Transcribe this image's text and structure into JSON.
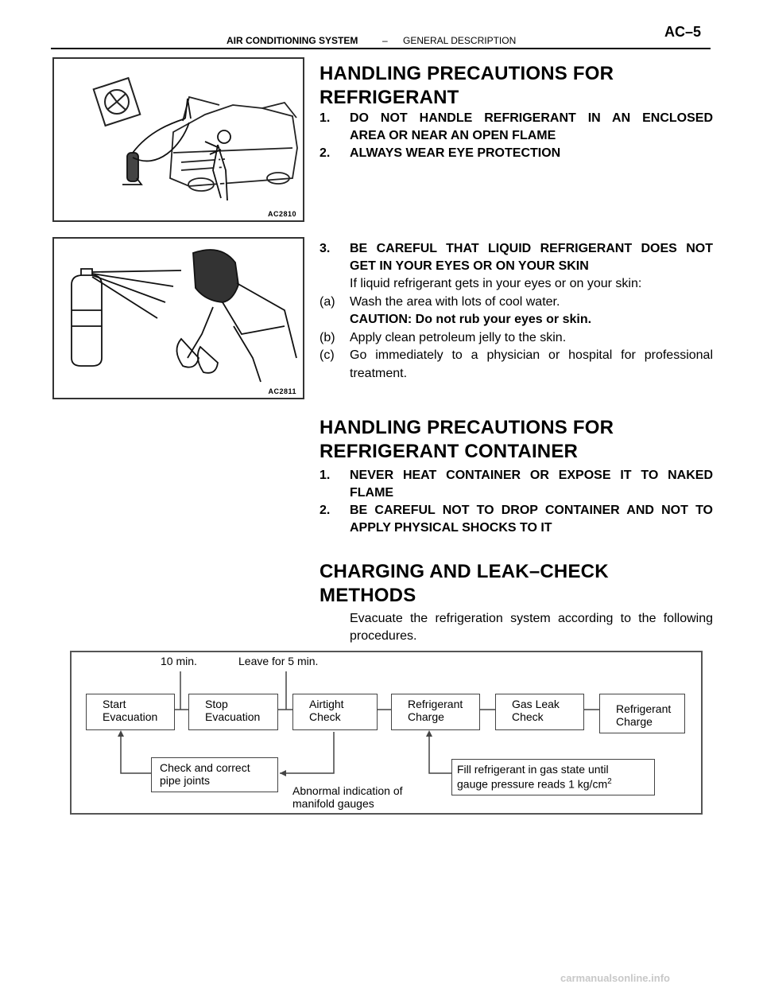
{
  "header": {
    "system": "AIR CONDITIONING SYSTEM",
    "dash": "–",
    "section": "GENERAL DESCRIPTION",
    "page": "AC–5"
  },
  "figures": {
    "fig1_code": "AC2810",
    "fig2_code": "AC2811"
  },
  "sections": {
    "refrigerant": {
      "title_1": "HANDLING PRECAUTIONS FOR",
      "title_2": "REFRIGERANT",
      "item1_num": "1.",
      "item1_line1": "DO NOT HANDLE REFRIGERANT IN AN ENCLOSED",
      "item1_line2": "AREA OR NEAR AN OPEN FLAME",
      "item2_num": "2.",
      "item2_line1": "ALWAYS WEAR EYE PROTECTION",
      "item3_num": "3.",
      "item3_line1": "BE CAREFUL THAT LIQUID REFRIGERANT DOES NOT",
      "item3_line2": "GET IN YOUR EYES OR ON YOUR SKIN",
      "item3_text": "If liquid refrigerant gets in your eyes or on your skin:",
      "sub_a_label": "(a)",
      "sub_a_text": "Wash the area with lots of cool water.",
      "caution": "CAUTION: Do not rub your eyes or skin.",
      "sub_b_label": "(b)",
      "sub_b_text": "Apply clean petroleum jelly to the skin.",
      "sub_c_label": "(c)",
      "sub_c_line1": "Go immediately to a physician or hospital for professional",
      "sub_c_line2": "treatment."
    },
    "container": {
      "title_1": "HANDLING PRECAUTIONS FOR",
      "title_2": "REFRIGERANT CONTAINER",
      "item1_num": "1.",
      "item1_line1": "NEVER HEAT CONTAINER OR EXPOSE IT TO NAKED",
      "item1_line2": "FLAME",
      "item2_num": "2.",
      "item2_line1": "BE CAREFUL NOT TO DROP CONTAINER AND NOT TO",
      "item2_line2": "APPLY PHYSICAL SHOCKS TO IT"
    },
    "charging": {
      "title_1": "CHARGING AND LEAK–CHECK",
      "title_2": "METHODS",
      "intro_line1": "Evacuate the refrigeration system according to the following",
      "intro_line2": "procedures."
    }
  },
  "flowchart": {
    "time_1": "10 min.",
    "time_2": "Leave for 5 min.",
    "steps": [
      {
        "line1": "Start",
        "line2": "Evacuation"
      },
      {
        "line1": "Stop",
        "line2": "Evacuation"
      },
      {
        "line1": "Airtight",
        "line2": "Check"
      },
      {
        "line1": "Refrigerant",
        "line2": "Charge"
      },
      {
        "line1": "Gas Leak",
        "line2": "Check"
      },
      {
        "line1": "Refrigerant",
        "line2": "Charge"
      }
    ],
    "check_box_line1": "Check and correct",
    "check_box_line2": "pipe joints",
    "abnormal_line1": "Abnormal indication of",
    "abnormal_line2": "manifold gauges",
    "fill_line1": "Fill refrigerant in gas state until",
    "fill_line2": "gauge pressure reads 1 kg/cm",
    "fill_sup": "2"
  },
  "footer": {
    "watermark": "carmanualsonline.info"
  }
}
